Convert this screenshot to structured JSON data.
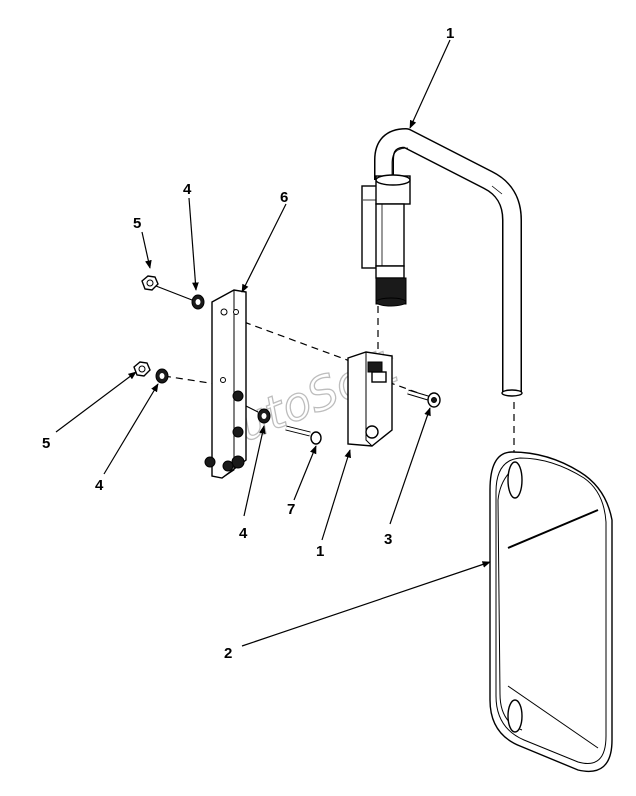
{
  "callouts": {
    "c1_top": "1",
    "c1_bracket": "1",
    "c2": "2",
    "c3": "3",
    "c4_upper": "4",
    "c4_lower_left": "4",
    "c4_lower_mid": "4",
    "c5_upper": "5",
    "c5_lower": "5",
    "c6": "6",
    "c7": "7"
  },
  "watermark": "AutoSoft",
  "colors": {
    "line": "#000000",
    "watermark": "#bdbdbd",
    "background": "#ffffff"
  }
}
